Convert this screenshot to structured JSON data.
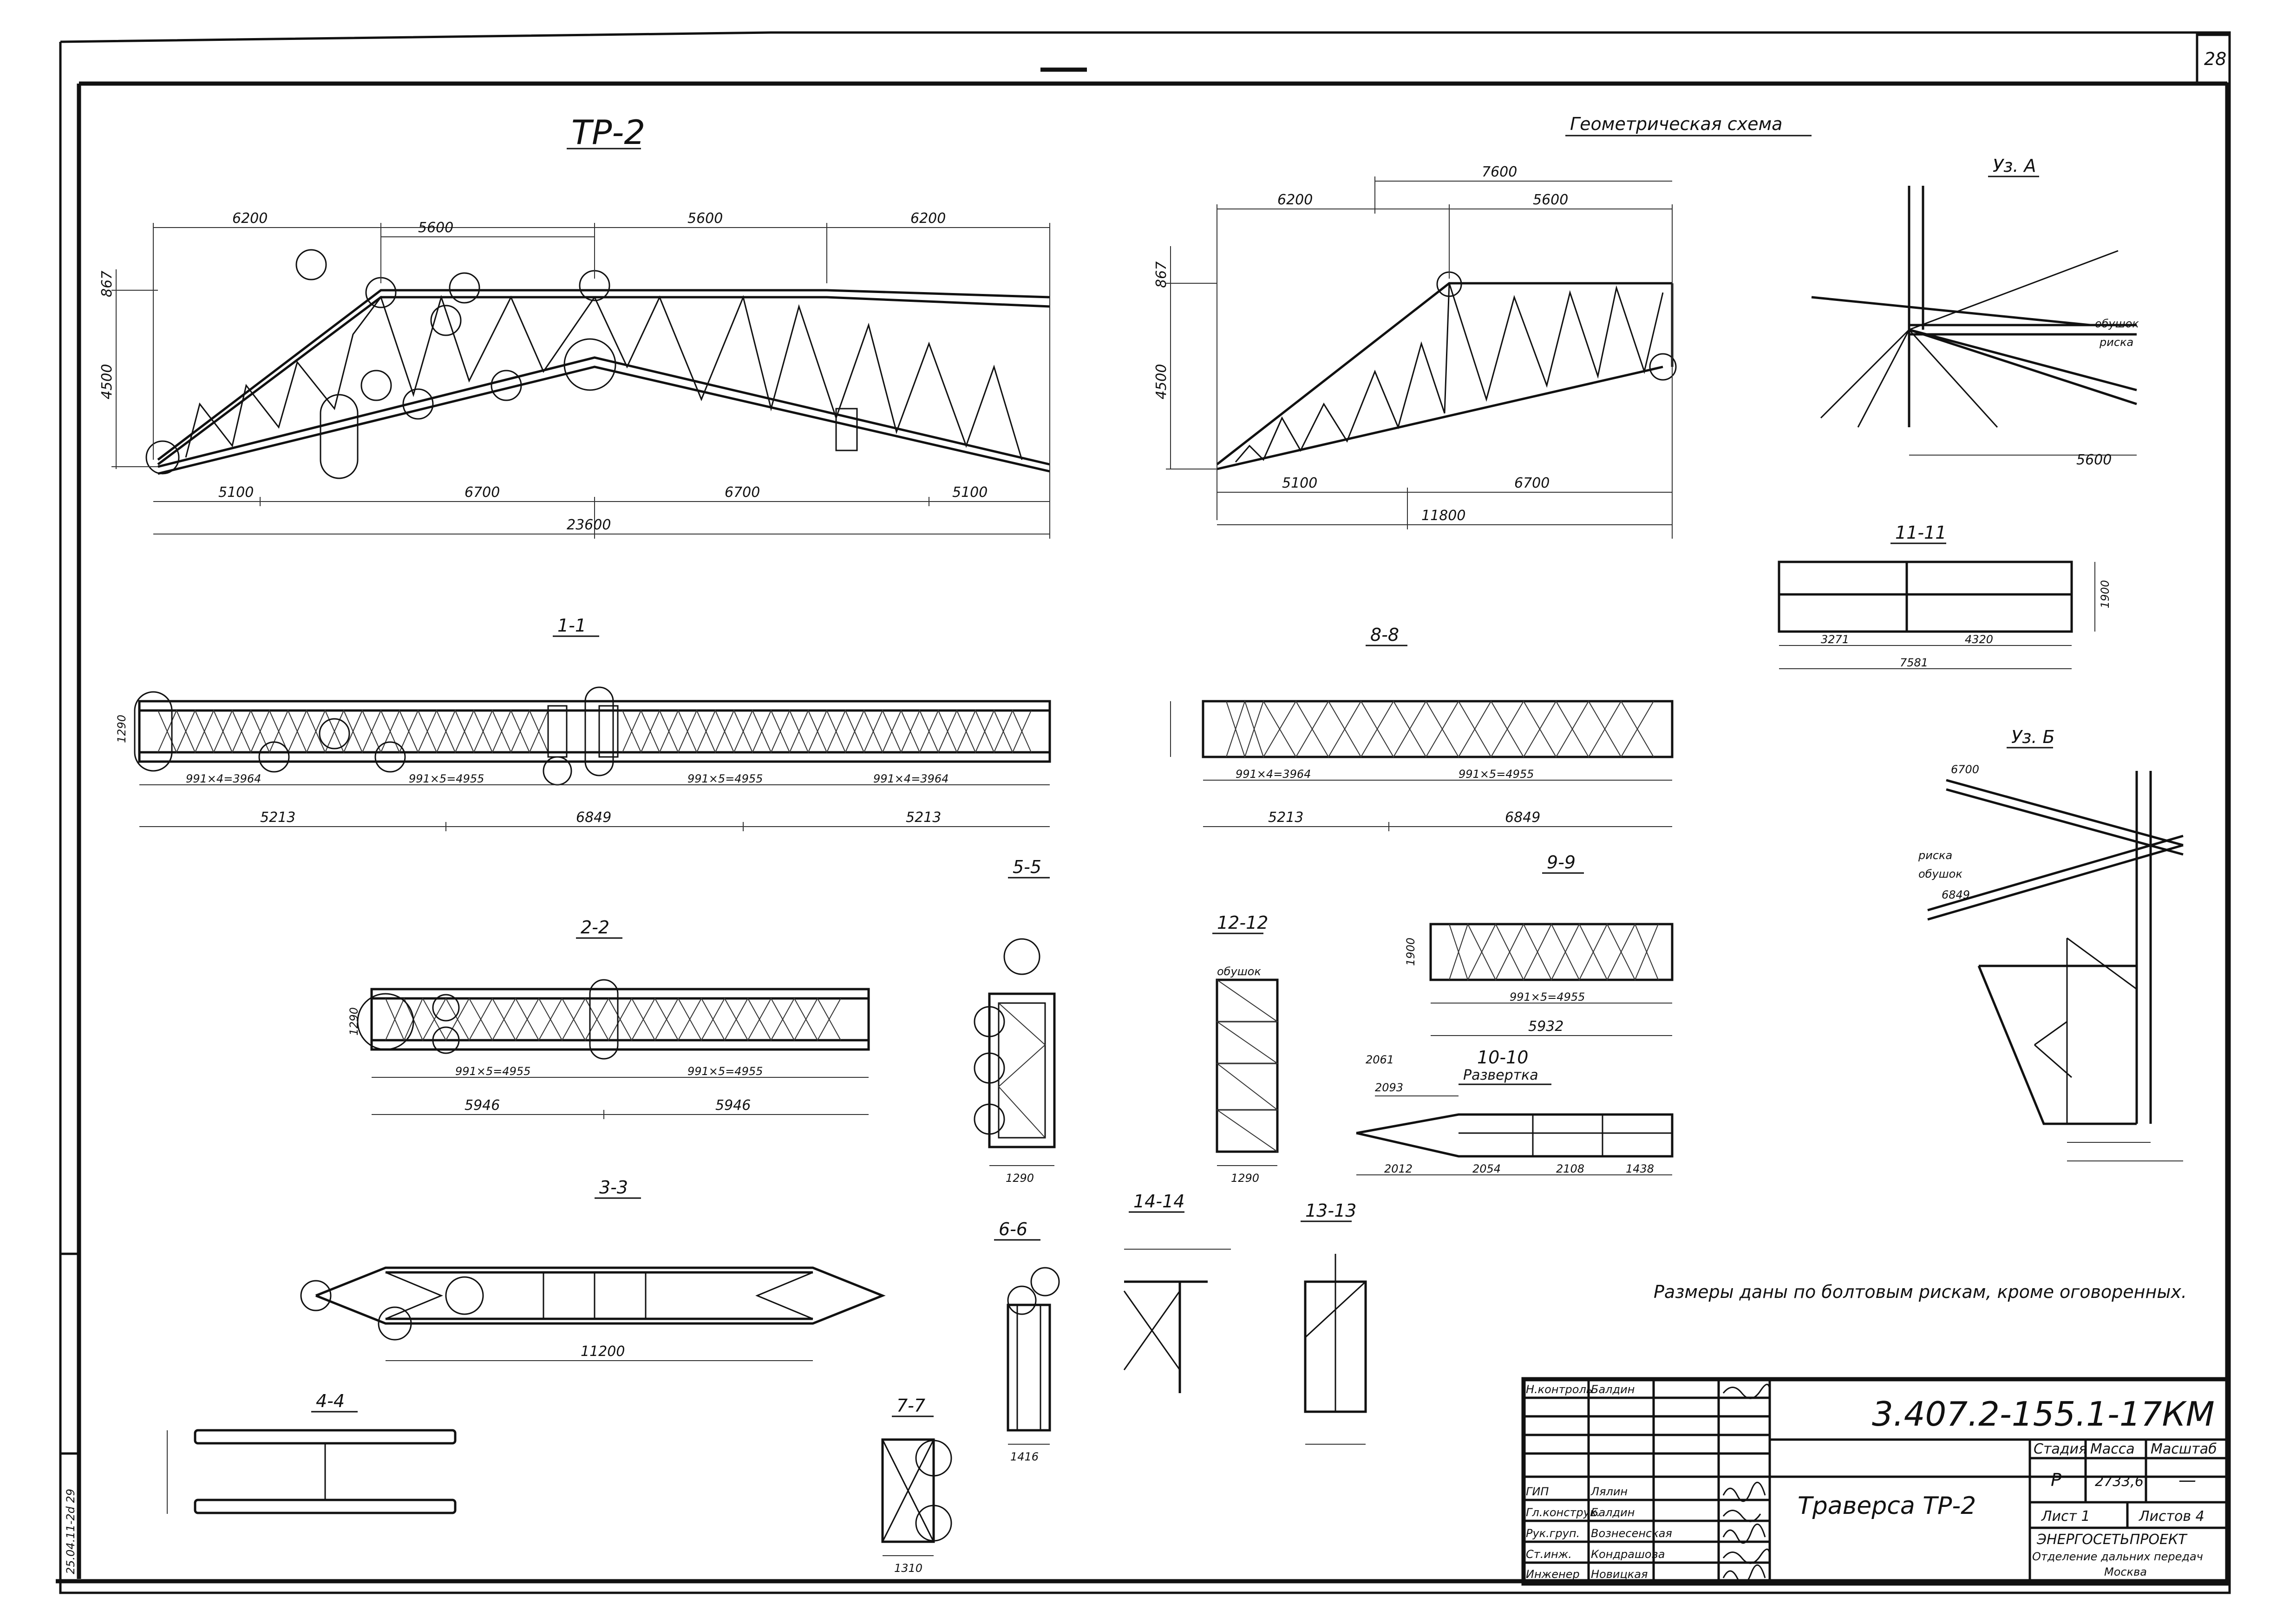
{
  "sheet": {
    "page_number": "28",
    "side_stamp": "25.04.11-2d 29"
  },
  "views": {
    "main_title": "ТР-2",
    "geom_title": "Геометрическая схема",
    "uzA_title": "Уз. А",
    "uzB_title": "Уз. Б",
    "s11_title": "11-11",
    "s11": "1-1",
    "s22": "2-2",
    "s33": "3-3",
    "s44": "4-4",
    "s55": "5-5",
    "s66": "6-6",
    "s77": "7-7",
    "s88": "8-8",
    "s99": "9-9",
    "s1010": "10-10",
    "s1010_sub": "Развертка",
    "s1212": "12-12",
    "s1313": "13-13",
    "s1414": "14-14"
  },
  "dims": {
    "d6200": "6200",
    "d5600": "5600",
    "d5100": "5100",
    "d6700": "6700",
    "d23600": "23600",
    "d11800": "11800",
    "d7600": "7600",
    "d867": "867",
    "d4500": "4500",
    "d5213": "5213",
    "d6849": "6849",
    "d5946": "5946",
    "d11200": "11200",
    "d5932": "5932",
    "d1290": "1290",
    "d1416": "1416",
    "d1310": "1310",
    "d3271": "3271",
    "d4320": "4320",
    "d7581": "7581",
    "d1900": "1900",
    "d3964": "991×4=3964",
    "d4955": "991×5=4955",
    "d2061": "2061",
    "d2093": "2093",
    "d2012": "2012",
    "d2054": "2054",
    "d2108": "2108",
    "d1438": "1438"
  },
  "notes": {
    "main": "Размеры даны по болтовым рискам, кроме оговоренных.",
    "obushok": "обушок",
    "riska": "риска"
  },
  "title_block": {
    "code": "3.407.2-155.1-17КМ",
    "name": "Траверса  ТР-2",
    "stage_h": "Стадия",
    "mass_h": "Масса",
    "scale_h": "Масштаб",
    "stage": "Р",
    "mass": "2733,6",
    "scale": "—",
    "sheet": "Лист 1",
    "sheets": "Листов 4",
    "org1": "ЭНЕРГОСЕТЬПРОЕКТ",
    "org2": "Отделение дальних передач",
    "org3": "Москва",
    "rows": [
      {
        "role": "Н.контроль",
        "name": "Балдин"
      },
      {
        "role": "",
        "name": ""
      },
      {
        "role": "",
        "name": ""
      },
      {
        "role": "",
        "name": ""
      },
      {
        "role": "ГИП",
        "name": "Лялин"
      },
      {
        "role": "Гл.конструк.",
        "name": "Балдин"
      },
      {
        "role": "Рук.груп.",
        "name": "Вознесенская"
      },
      {
        "role": "Ст.инж.",
        "name": "Кондрашова"
      },
      {
        "role": "Инженер",
        "name": "Новицкая"
      }
    ]
  }
}
